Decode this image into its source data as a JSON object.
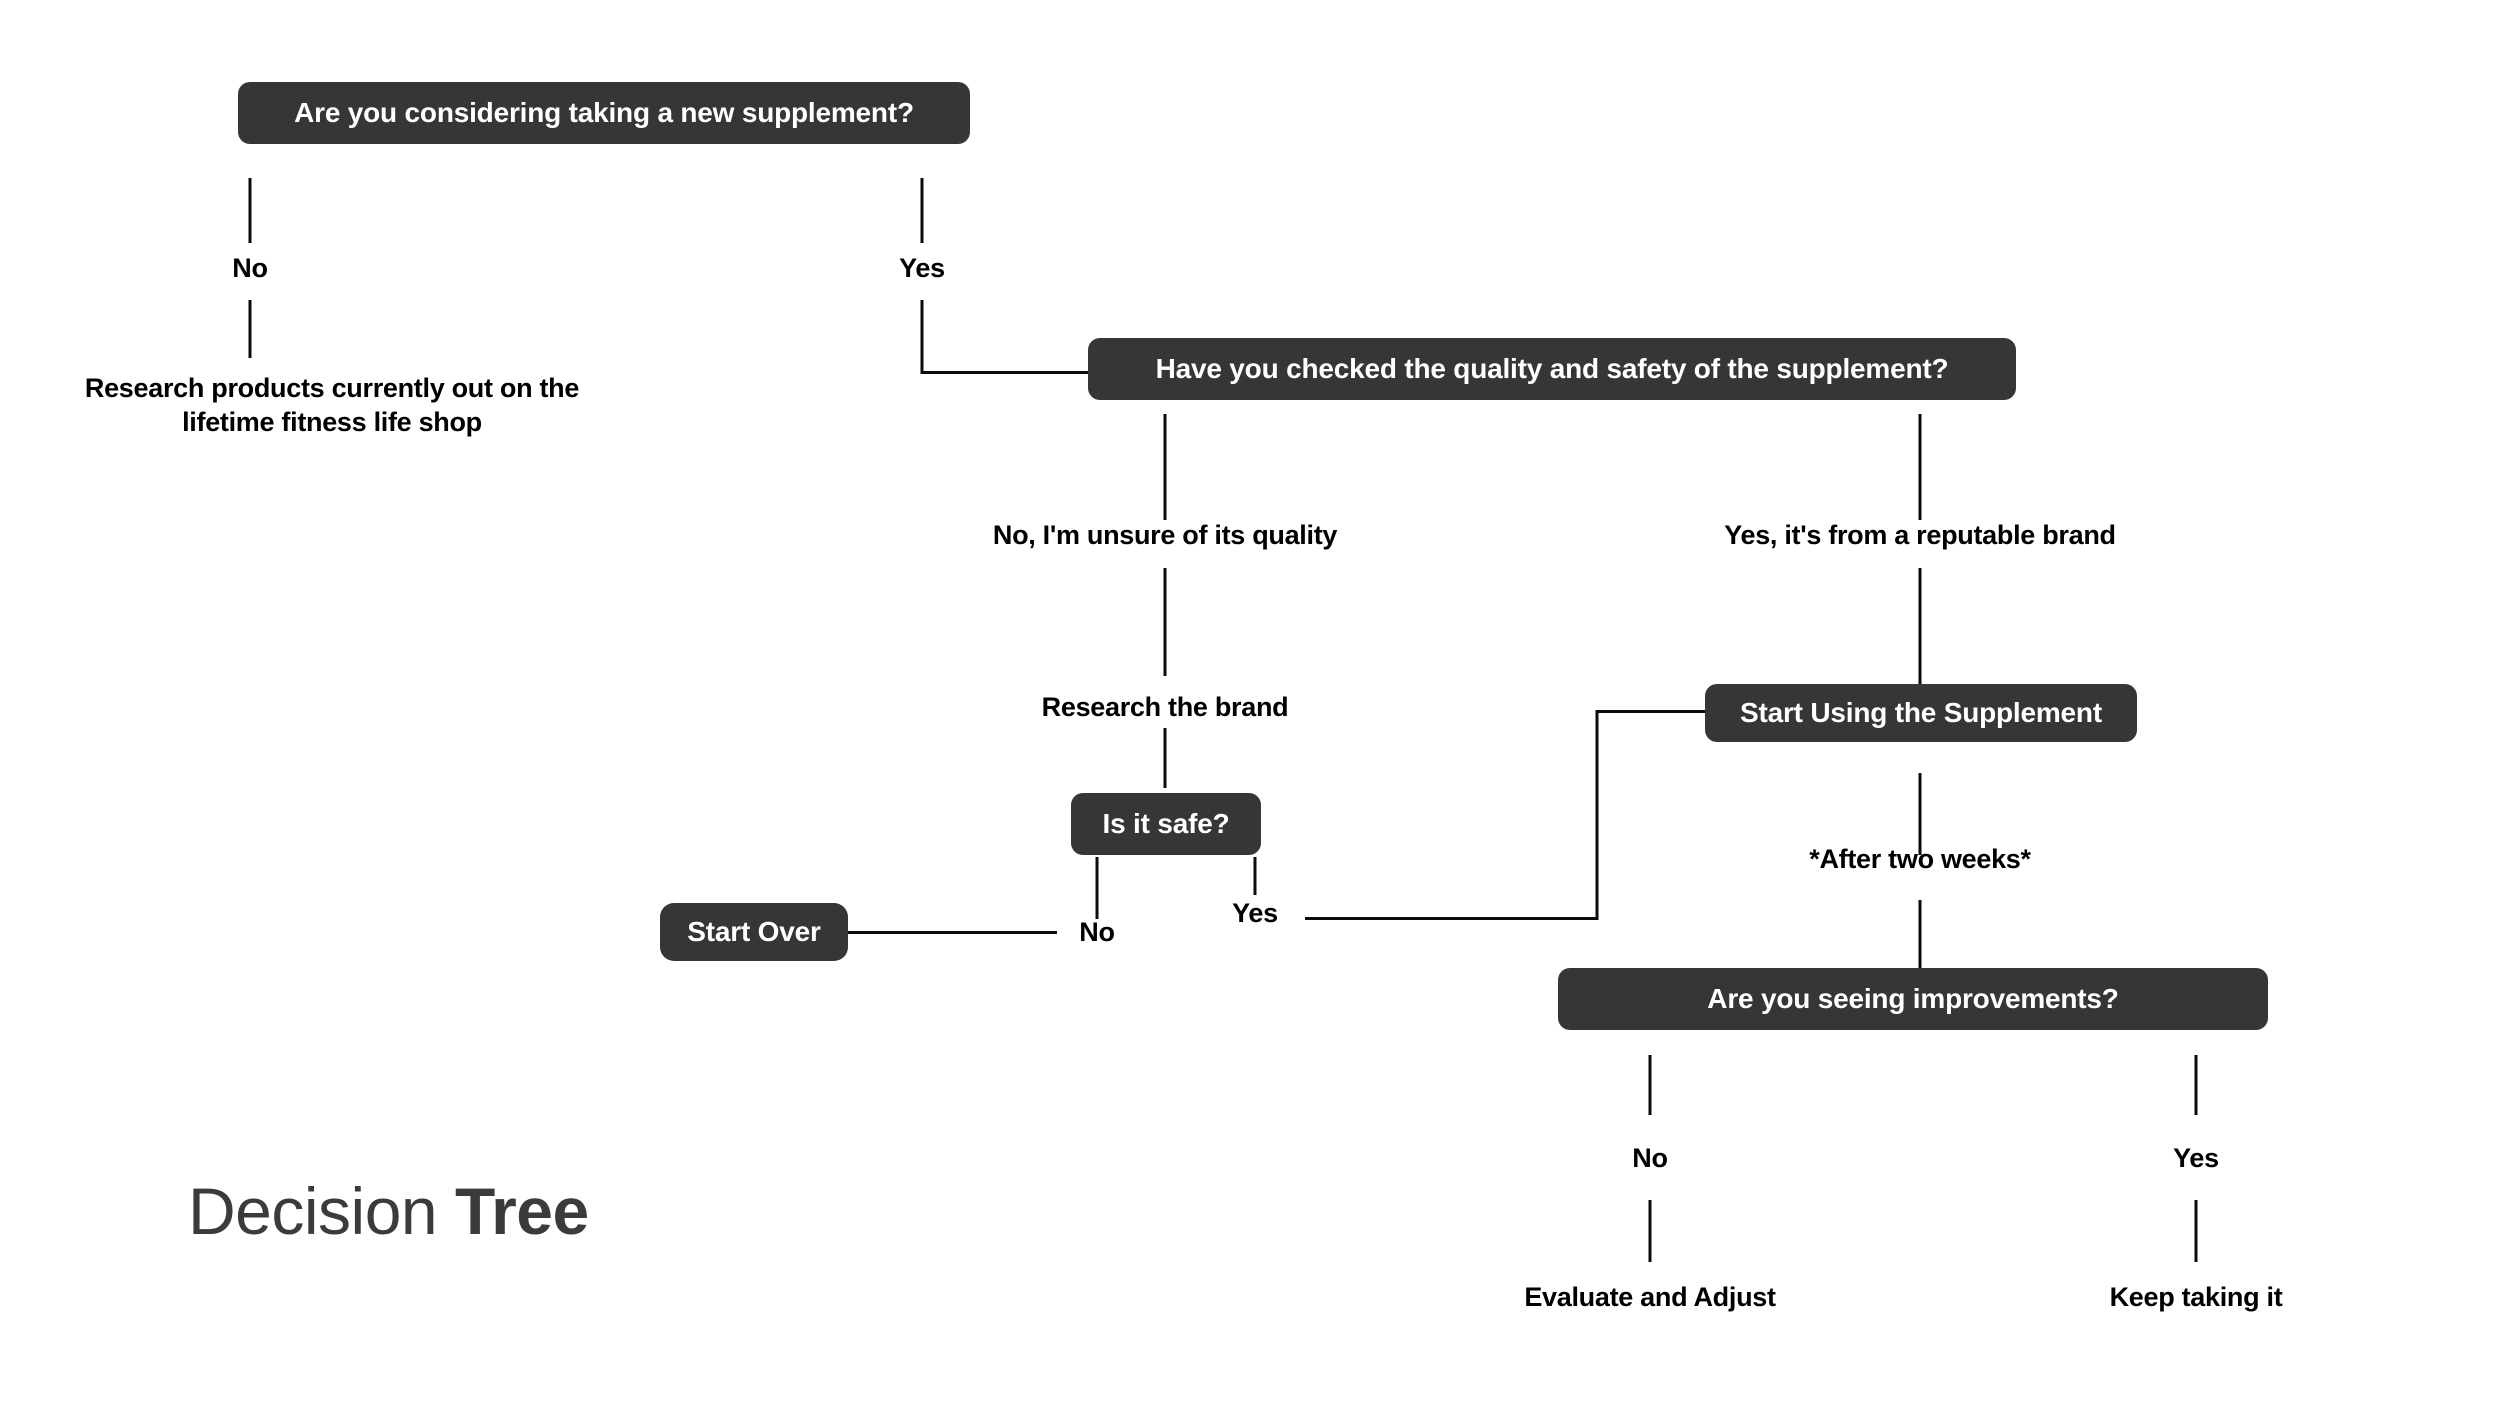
{
  "title": {
    "thin_part": "Decision",
    "bold_part": "Tree"
  },
  "colors": {
    "node_background": "#373636",
    "node_text": "#ffffff",
    "label_text": "#000000",
    "connector": "#0b0b0b",
    "title_text": "#3b3b3b",
    "page_background": "#ffffff"
  },
  "nodes": [
    {
      "id": "root",
      "label": "Are you considering taking a new supplement?"
    },
    {
      "id": "quality-check",
      "label": "Have you checked the quality and safety of the supplement?"
    },
    {
      "id": "is-it-safe",
      "label": "Is it safe?"
    },
    {
      "id": "start-over",
      "label": "Start Over"
    },
    {
      "id": "start-using",
      "label": "Start Using the Supplement"
    },
    {
      "id": "improvements",
      "label": "Are you seeing improvements?"
    }
  ],
  "labels": [
    {
      "id": "root-no",
      "text": "No"
    },
    {
      "id": "root-yes",
      "text": "Yes"
    },
    {
      "id": "research-products",
      "text": "Research products currently out on the lifetime fitness life shop"
    },
    {
      "id": "quality-no",
      "text": "No, I'm unsure of its quality"
    },
    {
      "id": "quality-yes",
      "text": "Yes, it's from a reputable brand"
    },
    {
      "id": "research-brand",
      "text": "Research the brand"
    },
    {
      "id": "safe-no",
      "text": "No"
    },
    {
      "id": "safe-yes",
      "text": "Yes"
    },
    {
      "id": "after-two-weeks",
      "text": "*After two weeks*"
    },
    {
      "id": "improvements-no",
      "text": "No"
    },
    {
      "id": "improvements-yes",
      "text": "Yes"
    },
    {
      "id": "evaluate-adjust",
      "text": "Evaluate and Adjust"
    },
    {
      "id": "keep-taking",
      "text": "Keep taking it"
    }
  ],
  "chart_data": {
    "type": "diagram",
    "diagram_kind": "decision-tree",
    "title": "Decision Tree",
    "root": "Are you considering taking a new supplement?",
    "edges": [
      {
        "from": "Are you considering taking a new supplement?",
        "label": "No",
        "to": "Research products currently out on the lifetime fitness life shop"
      },
      {
        "from": "Are you considering taking a new supplement?",
        "label": "Yes",
        "to": "Have you checked the quality and safety of the supplement?"
      },
      {
        "from": "Have you checked the quality and safety of the supplement?",
        "label": "No, I'm unsure of its quality",
        "to": "Research the brand"
      },
      {
        "from": "Have you checked the quality and safety of the supplement?",
        "label": "Yes, it's from a reputable brand",
        "to": "Start Using the Supplement"
      },
      {
        "from": "Research the brand",
        "label": "",
        "to": "Is it safe?"
      },
      {
        "from": "Is it safe?",
        "label": "No",
        "to": "Start Over"
      },
      {
        "from": "Is it safe?",
        "label": "Yes",
        "to": "Start Using the Supplement"
      },
      {
        "from": "Start Using the Supplement",
        "label": "*After two weeks*",
        "to": "Are you seeing improvements?"
      },
      {
        "from": "Are you seeing improvements?",
        "label": "No",
        "to": "Evaluate and Adjust"
      },
      {
        "from": "Are you seeing improvements?",
        "label": "Yes",
        "to": "Keep taking it"
      }
    ]
  }
}
